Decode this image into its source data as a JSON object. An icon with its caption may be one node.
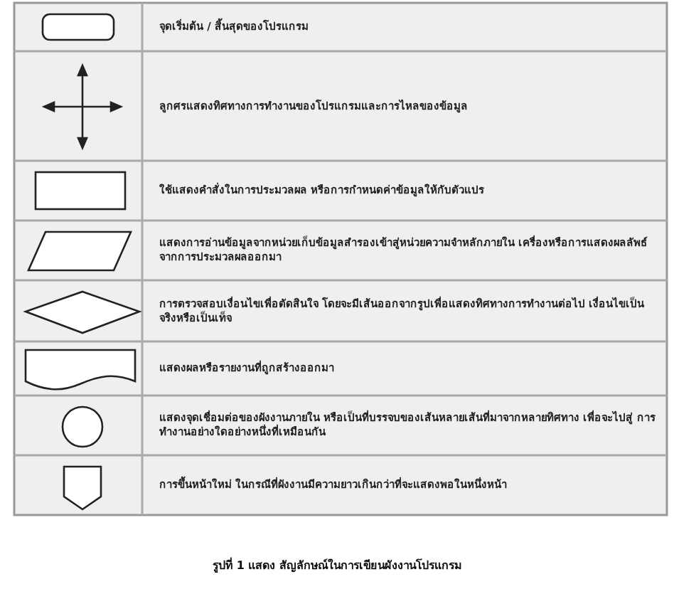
{
  "diagram": {
    "caption": "รูปที่ 1 แสดง สัญลักษณ์ในการเขียนผังงานโปรแกรม",
    "nodes": [
      {
        "text": [],
        "shape": "rounded-box"
      },
      {
        "text": [],
        "shape": "box"
      },
      {
        "text": [],
        "shape": "parallelogram"
      },
      {
        "text": [],
        "shape": "diamond"
      },
      {
        "text": [],
        "shape": "document"
      },
      {
        "text": [],
        "shape": "circle"
      },
      {
        "text": [],
        "shape": "pentagon"
      }
    ],
    "labels": [
      "จุดเริ่มต้น / สิ้นสุดของโปรแกรม",
      "ลูกศรแสดงทิศทางการทำงานของโปรแกรมและการไหลของข้อมูล",
      "ใช้แสดงคำสั่งในการประมวลผล หรือการกำหนดค่าข้อมูลให้กับตัวแปร",
      "แสดงการอ่านข้อมูลจากหน่วยเก็บข้อมูลสำรองเข้าสู่หน่วยความจำหลักภายใน เครื่องหรือการแสดงผลลัพธ์จากการประมวลผลออกมา",
      "การตรวจสอบเงื่อนไขเพื่อตัดสินใจ โดยจะมีเส้นออกจากรูปเพื่อแสดงทิศทางการทำงานต่อไป เงื่อนไขเป็นจริงหรือเป็นเท็จ",
      "แสดงผลหรือรายงานที่ถูกสร้างออกมา",
      "แสดงจุดเชื่อมต่อของผังงานภายใน หรือเป็นที่บรรจบของเส้นหลายเส้นที่มาจากหลายทิศทาง เพื่อจะไปสู่ การทำงานอย่างใดอย่างหนึ่งที่เหมือนกัน",
      "การขึ้นหน้าใหม่ ในกรณีที่ผังงานมีความยาวเกินกว่าที่จะแสดงพอในหนึ่งหน้า"
    ]
  }
}
